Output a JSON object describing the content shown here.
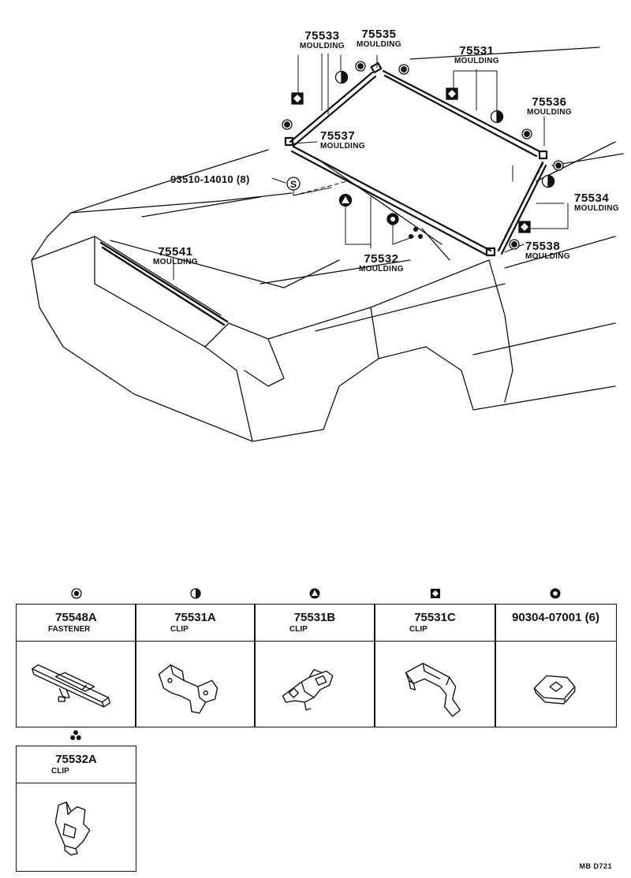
{
  "callouts": {
    "p75533": {
      "num": "75533",
      "name": "MOULDING"
    },
    "p75535": {
      "num": "75535",
      "name": "MOULDING"
    },
    "p75531": {
      "num": "75531",
      "name": "MOULDING"
    },
    "p75536": {
      "num": "75536",
      "name": "MOULDING"
    },
    "p75537": {
      "num": "75537",
      "name": "MOULDING"
    },
    "p75534": {
      "num": "75534",
      "name": "MOULDING"
    },
    "p75538": {
      "num": "75538",
      "name": "MOULDING"
    },
    "p75532": {
      "num": "75532",
      "name": "MOULDING"
    },
    "p75541": {
      "num": "75541",
      "name": "MOULDING"
    },
    "screw": "93510-14010 (8)",
    "screw_symbol": "S"
  },
  "parts_table": [
    {
      "code": "75548A",
      "name": "FASTENER",
      "symbol": "filled-circle-icon"
    },
    {
      "code": "75531A",
      "name": "CLIP",
      "symbol": "half-circle-icon"
    },
    {
      "code": "75531B",
      "name": "CLIP",
      "symbol": "triangle-in-circle-icon"
    },
    {
      "code": "75531C",
      "name": "CLIP",
      "symbol": "diamond-in-square-icon"
    },
    {
      "code": "90304-07001 (6)",
      "name": "",
      "symbol": "ring-icon"
    }
  ],
  "parts_table_2": [
    {
      "code": "75532A",
      "name": "CLIP",
      "symbol": "three-dots-icon"
    }
  ],
  "drawing_mark": "MB D721"
}
